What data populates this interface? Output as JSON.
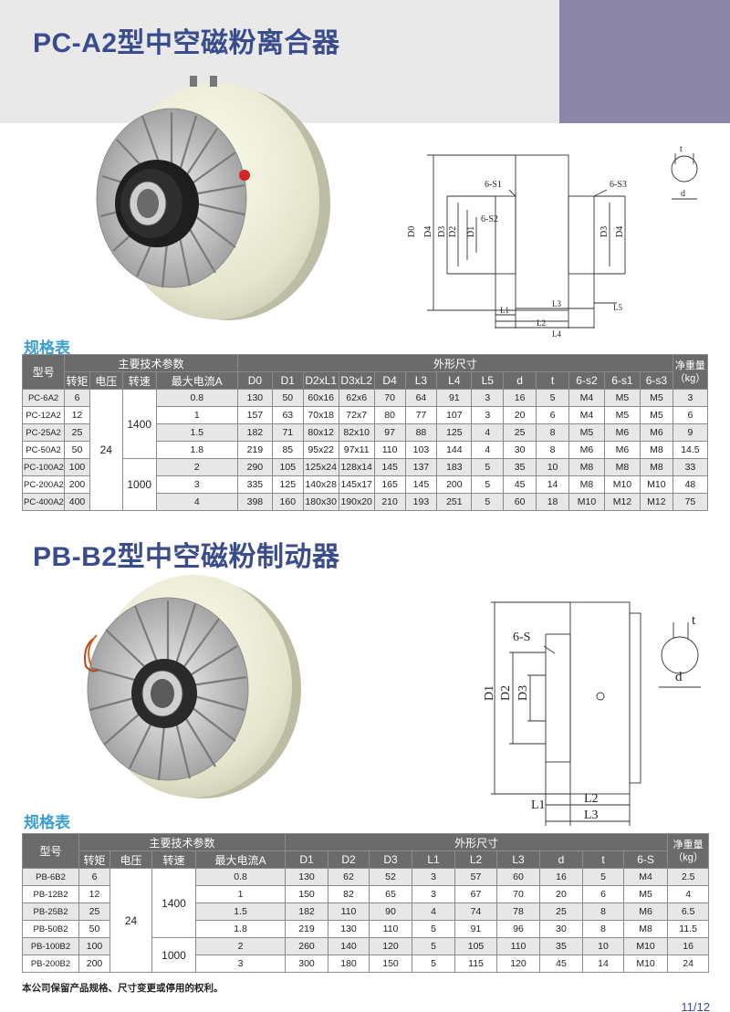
{
  "section1": {
    "title": "PC-A2型中空磁粉离合器",
    "spec_label": "规格表",
    "drawing_labels": [
      "6-S1",
      "6-S2",
      "6-S3",
      "D0",
      "D4",
      "D3",
      "D2",
      "D1",
      "L1",
      "L2",
      "L3",
      "L4",
      "L5",
      "t",
      "d"
    ],
    "table": {
      "group1": "主要技术参数",
      "group2": "外形尺寸",
      "h_model": "型号",
      "h_weight": "净重量（kg）",
      "h_torque": "转矩",
      "h_voltage": "电压",
      "h_speed": "转速",
      "h_current": "最大电流A",
      "h_dims": [
        "D0",
        "D1",
        "D2xL1",
        "D3xL2",
        "D4",
        "L3",
        "L4",
        "L5",
        "d",
        "t",
        "6-s2",
        "6-s1",
        "6-s3"
      ],
      "voltage": "24",
      "speed_a": "1400",
      "speed_b": "1000",
      "rows": [
        {
          "model": "PC-6A2",
          "torque": "6",
          "current": "0.8",
          "dims": [
            "130",
            "50",
            "60x16",
            "62x6",
            "70",
            "64",
            "91",
            "3",
            "16",
            "5",
            "M4",
            "M5",
            "M5"
          ],
          "weight": "3"
        },
        {
          "model": "PC-12A2",
          "torque": "12",
          "current": "1",
          "dims": [
            "157",
            "63",
            "70x18",
            "72x7",
            "80",
            "77",
            "107",
            "3",
            "20",
            "6",
            "M4",
            "M5",
            "M5"
          ],
          "weight": "6"
        },
        {
          "model": "PC-25A2",
          "torque": "25",
          "current": "1.5",
          "dims": [
            "182",
            "71",
            "80x12",
            "82x10",
            "97",
            "88",
            "125",
            "4",
            "25",
            "8",
            "M5",
            "M6",
            "M6"
          ],
          "weight": "9"
        },
        {
          "model": "PC-50A2",
          "torque": "50",
          "current": "1.8",
          "dims": [
            "219",
            "85",
            "95x22",
            "97x11",
            "110",
            "103",
            "144",
            "4",
            "30",
            "8",
            "M6",
            "M6",
            "M8"
          ],
          "weight": "14.5"
        },
        {
          "model": "PC-100A2",
          "torque": "100",
          "current": "2",
          "dims": [
            "290",
            "105",
            "125x24",
            "128x14",
            "145",
            "137",
            "183",
            "5",
            "35",
            "10",
            "M8",
            "M8",
            "M8"
          ],
          "weight": "33"
        },
        {
          "model": "PC-200A2",
          "torque": "200",
          "current": "3",
          "dims": [
            "335",
            "125",
            "140x28",
            "145x17",
            "165",
            "145",
            "200",
            "5",
            "45",
            "14",
            "M8",
            "M10",
            "M10"
          ],
          "weight": "48"
        },
        {
          "model": "PC-400A2",
          "torque": "400",
          "current": "4",
          "dims": [
            "398",
            "160",
            "180x30",
            "190x20",
            "210",
            "193",
            "251",
            "5",
            "60",
            "18",
            "M10",
            "M12",
            "M12"
          ],
          "weight": "75"
        }
      ]
    }
  },
  "section2": {
    "title": "PB-B2型中空磁粉制动器",
    "spec_label": "规格表",
    "drawing_labels": [
      "6-S",
      "D1",
      "D2",
      "D3",
      "L1",
      "L2",
      "L3",
      "t",
      "d"
    ],
    "table": {
      "group1": "主要技术参数",
      "group2": "外形尺寸",
      "h_model": "型号",
      "h_weight": "净重量（kg）",
      "h_torque": "转矩",
      "h_voltage": "电压",
      "h_speed": "转速",
      "h_current": "最大电流A",
      "h_dims": [
        "D1",
        "D2",
        "D3",
        "L1",
        "L2",
        "L3",
        "d",
        "t",
        "6-S"
      ],
      "voltage": "24",
      "speed_a": "1400",
      "speed_b": "1000",
      "rows": [
        {
          "model": "PB-6B2",
          "torque": "6",
          "current": "0.8",
          "dims": [
            "130",
            "62",
            "52",
            "3",
            "57",
            "60",
            "16",
            "5",
            "M4"
          ],
          "weight": "2.5"
        },
        {
          "model": "PB-12B2",
          "torque": "12",
          "current": "1",
          "dims": [
            "150",
            "82",
            "65",
            "3",
            "67",
            "70",
            "20",
            "6",
            "M5"
          ],
          "weight": "4"
        },
        {
          "model": "PB-25B2",
          "torque": "25",
          "current": "1.5",
          "dims": [
            "182",
            "110",
            "90",
            "4",
            "74",
            "78",
            "25",
            "8",
            "M6"
          ],
          "weight": "6.5"
        },
        {
          "model": "PB-50B2",
          "torque": "50",
          "current": "1.8",
          "dims": [
            "219",
            "130",
            "110",
            "5",
            "91",
            "96",
            "30",
            "8",
            "M8"
          ],
          "weight": "11.5"
        },
        {
          "model": "PB-100B2",
          "torque": "100",
          "current": "2",
          "dims": [
            "260",
            "140",
            "120",
            "5",
            "105",
            "110",
            "35",
            "10",
            "M10"
          ],
          "weight": "16"
        },
        {
          "model": "PB-200B2",
          "torque": "200",
          "current": "3",
          "dims": [
            "300",
            "180",
            "150",
            "5",
            "115",
            "120",
            "45",
            "14",
            "M10"
          ],
          "weight": "24"
        }
      ]
    }
  },
  "footer": {
    "note": "本公司保留产品规格、尺寸变更或停用的权利。",
    "page": "11/12"
  },
  "colors": {
    "title_blue": "#3a4c8c",
    "label_blue": "#3b9fd2",
    "header_purple": "#8c86a8",
    "table_header": "#6b6b6b"
  }
}
